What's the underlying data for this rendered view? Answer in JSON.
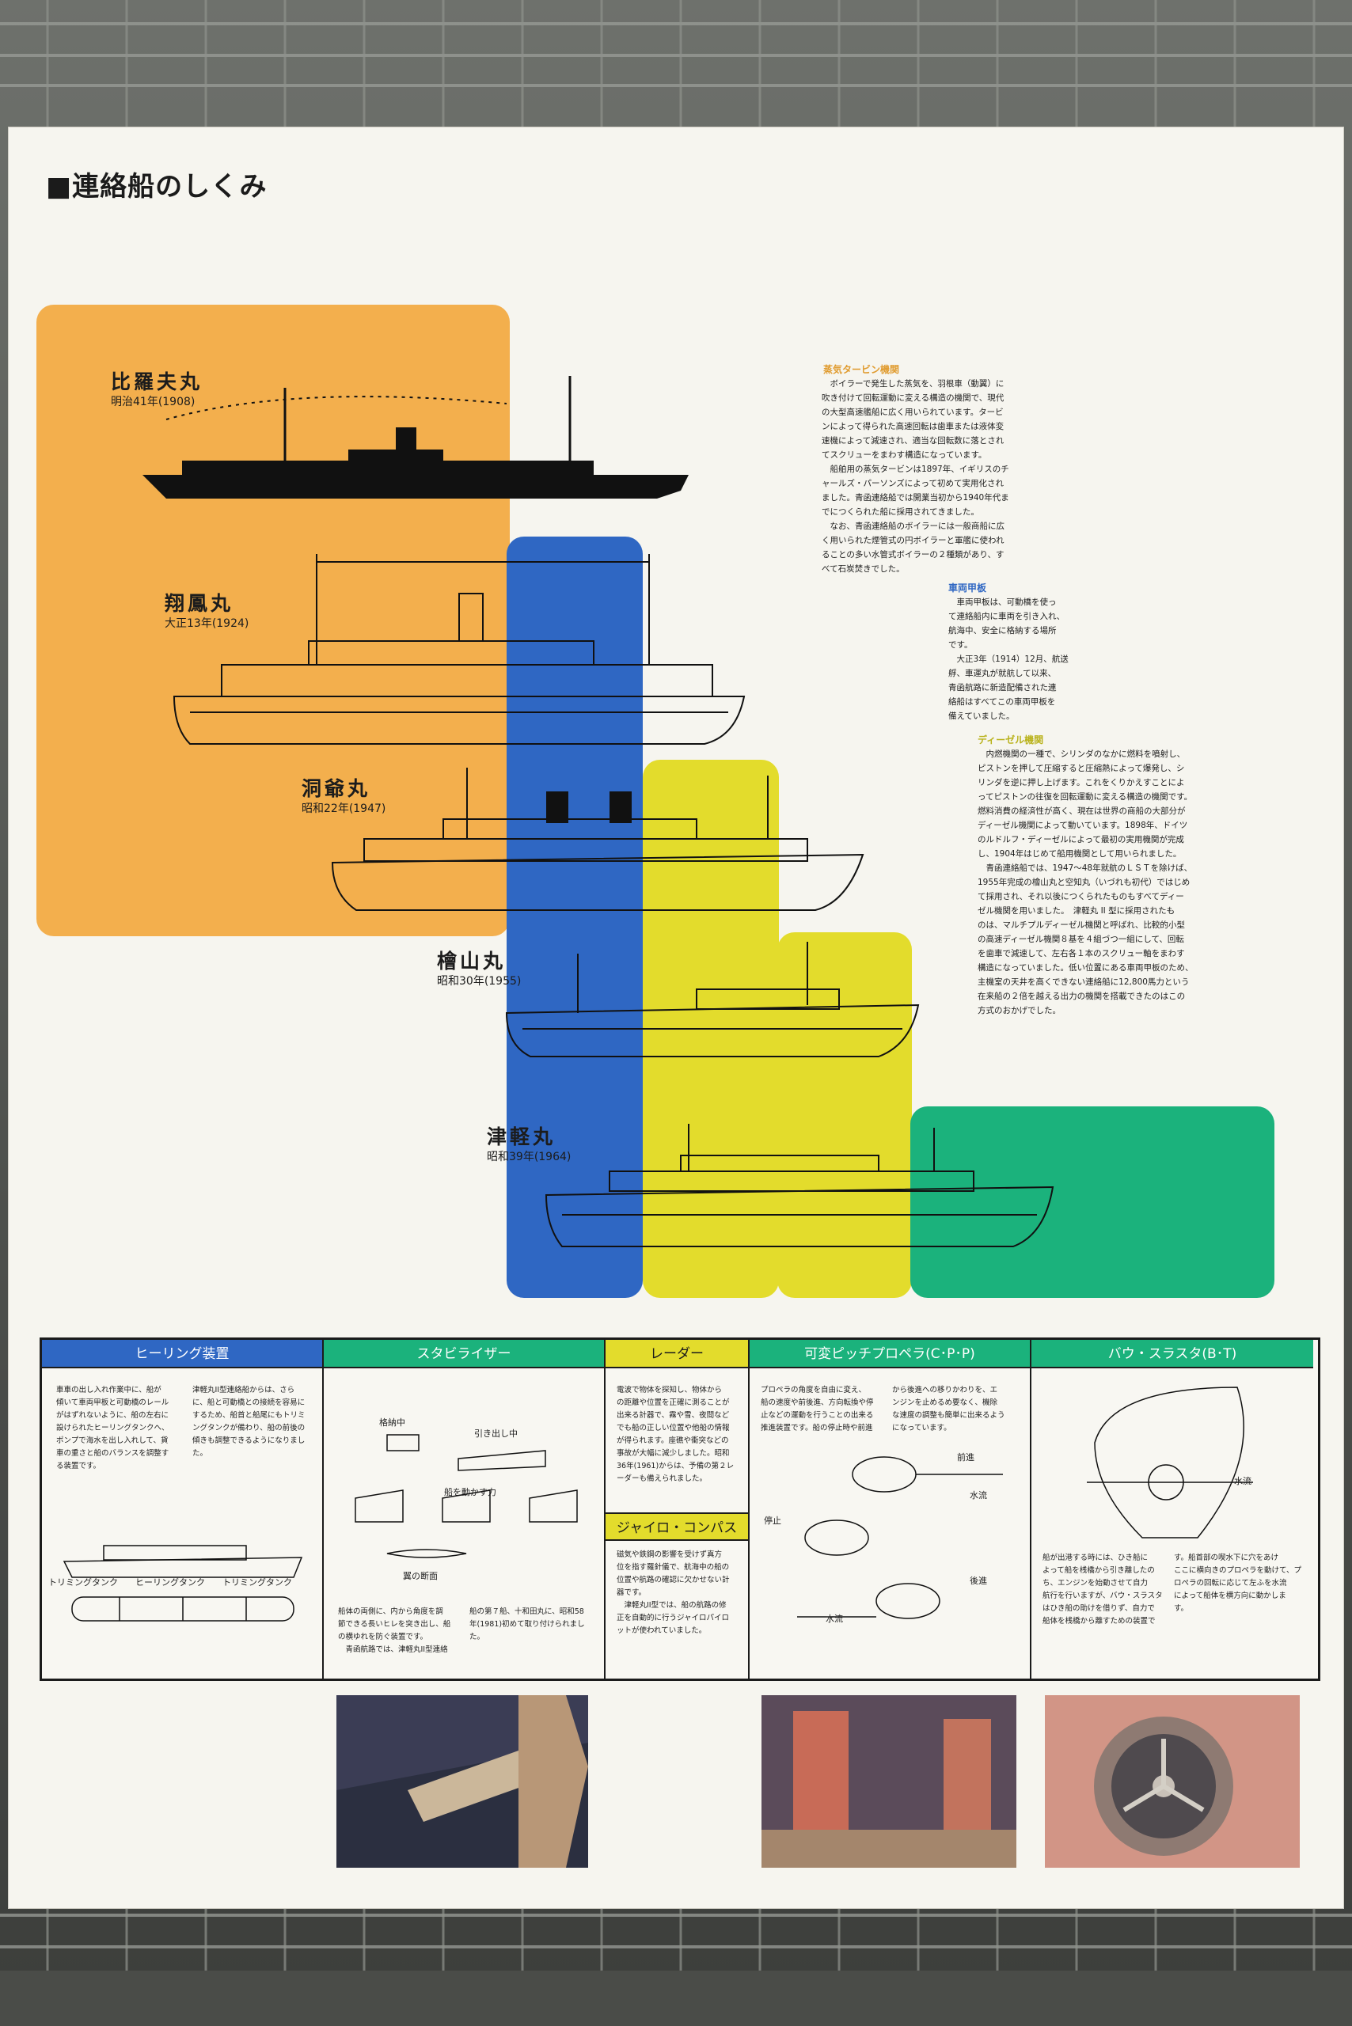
{
  "title": "■連絡船のしくみ",
  "ships": [
    {
      "name": "比羅夫丸",
      "year": "明治41年(1908)"
    },
    {
      "name": "翔鳳丸",
      "year": "大正13年(1924)"
    },
    {
      "name": "洞爺丸",
      "year": "昭和22年(1947)"
    },
    {
      "name": "檜山丸",
      "year": "昭和30年(1955)"
    },
    {
      "name": "津軽丸",
      "year": "昭和39年(1964)"
    }
  ],
  "colors": {
    "orange": "#f2a83f",
    "blue": "#2f67c3",
    "yellow": "#e3dc2c",
    "green": "#1bb27c"
  },
  "sections": [
    {
      "title": "蒸気タービン機関",
      "body": "　ボイラーで発生した蒸気を、羽根車（動翼）に\n吹き付けて回転運動に変える構造の機関で、現代\nの大型高速艦船に広く用いられています。タービ\nンによって得られた高速回転は歯車または液体変\n速機によって減速され、適当な回転数に落とされ\nてスクリューをまわす構造になっています。\n　船舶用の蒸気タービンは1897年、イギリスのチ\nャールズ・パーソンズによって初めて実用化され\nました。青函連絡船では開業当初から1940年代ま\nでにつくられた船に採用されてきました。\n　なお、青函連絡船のボイラーには一般商船に広\nく用いられた煙管式の円ボイラーと軍艦に使われ\nることの多い水管式ボイラーの２種類があり、す\nべて石炭焚きでした。"
    },
    {
      "title": "車両甲板",
      "body": "　車両甲板は、可動橋を使っ\nて連絡船内に車両を引き入れ、\n航海中、安全に格納する場所\nです。\n　大正3年（1914）12月、航送\n艀、車運丸が就航して以来、\n青函航路に新造配備された連\n絡船はすべてこの車両甲板を\n備えていました。"
    },
    {
      "title": "ディーゼル機関",
      "body": "　内燃機関の一種で、シリンダのなかに燃料を噴射し、\nピストンを押して圧縮すると圧縮熱によって爆発し、シ\nリンダを逆に押し上げます。これをくりかえすことによ\nってピストンの往復を回転運動に変える構造の機関です。\n燃料消費の経済性が高く、現在は世界の商船の大部分が\nディーゼル機関によって動いています。1898年、ドイツ\nのルドルフ・ディーゼルによって最初の実用機関が完成\nし、1904年はじめて船用機関として用いられました。\n　青函連絡船では、1947〜48年就航のＬＳＴを除けば、\n1955年完成の檜山丸と空知丸（いづれも初代）ではじめ\nて採用され、それ以後につくられたものもすべてディー\nゼル機関を用いました。　津軽丸 II 型に採用されたも\nのは、マルチプルディーゼル機関と呼ばれ、比較的小型\nの高速ディーゼル機関８基を４組づつ一組にして、回転\nを歯車で減速して、左右各１本のスクリュー軸をまわす\n構造になっていました。低い位置にある車両甲板のため、\n主機室の天井を高くできない連絡船に12,800馬力という\n在来船の２倍を越える出力の機関を搭載できたのはこの\n方式のおかげでした。"
    }
  ],
  "table": [
    {
      "head": "ヒーリング装置",
      "text": "車車の出し入れ作業中に、船が\n傾いて車両甲板と可動橋のレール\nがはずれないように、船の左右に\n設けられたヒーリングタンクへ、\nポンプで海水を出し入れして、貨\n車の重さと船のバランスを調整す\nる装置です。",
      "text2": "津軽丸II型連絡船からは、さら\nに、船と可動橋との接続を容易に\nするため、船首と船尾にもトリミ\nングタンクが備わり、船の前後の\n傾きも調整できるようになりまし\nた。",
      "labels": [
        "トリミングタンク",
        "ヒーリングタンク",
        "トリミングタンク"
      ]
    },
    {
      "head": "スタビライザー",
      "labels": [
        "格納中",
        "引き出し中",
        "船を動かす力",
        "翼の断面"
      ],
      "text": "船体の両側に、内から角度を調\n節できる長いヒレを突き出し、船\nの横ゆれを防ぐ装置です。\n　青函航路では、津軽丸II型連絡",
      "text2": "船の第７船、十和田丸に、昭和58\n年(1981)初めて取り付けられまし\nた。"
    },
    {
      "head": "レーダー",
      "text": "電波で物体を探知し、物体から\nの距離や位置を正確に測ることが\n出来る計器で、霧や雪、夜間など\nでも船の正しい位置や他船の情報\nが得られます。座礁や衝突などの\n事故が大幅に減少しました。昭和\n36年(1961)からは、予備の第２レ\nーダーも備えられました。"
    },
    {
      "head": "ジャイロ・コンパス",
      "text": "磁気や鉄鋼の影響を受けず真方\n位を指す羅針儀で、航海中の船の\n位置や航路の確認に欠かせない計\n器です。\n　津軽丸II型では、船の航路の修\n正を自動的に行うジャイロパイロ\nットが使われていました。"
    },
    {
      "head": "可変ピッチプロペラ(C･P･P)",
      "text": "プロペラの角度を自由に変え、\n船の速度や前後進、方向転換や停\n止などの運動を行うことの出来る\n推進装置です。船の停止時や前進",
      "text2": "から後進への移りかわりを、エ\nンジンを止めるめ要なく、機除\nな速度の調整も簡単に出来るよう\nになっています。",
      "labels": [
        "前進",
        "水流",
        "停止",
        "後進",
        "水流"
      ]
    },
    {
      "head": "バウ・スラスタ(B･T)",
      "labels": [
        "水流"
      ],
      "text": "船が出港する時には、ひき船に\nよって船を桟橋から引き離したの\nち、エンジンを始動させて自力\n航行を行いますが、バウ・スラスタ\nはひき船の助けを借りず、自力で\n船体を桟橋から離すための装置で",
      "text2": "す。船首部の喫水下に穴をあけ\nここに横向きのプロペラを動けて、プ\nロペラの回転に応じて左ふを水流\nによって船体を横方向に動かしま\nす。"
    }
  ]
}
